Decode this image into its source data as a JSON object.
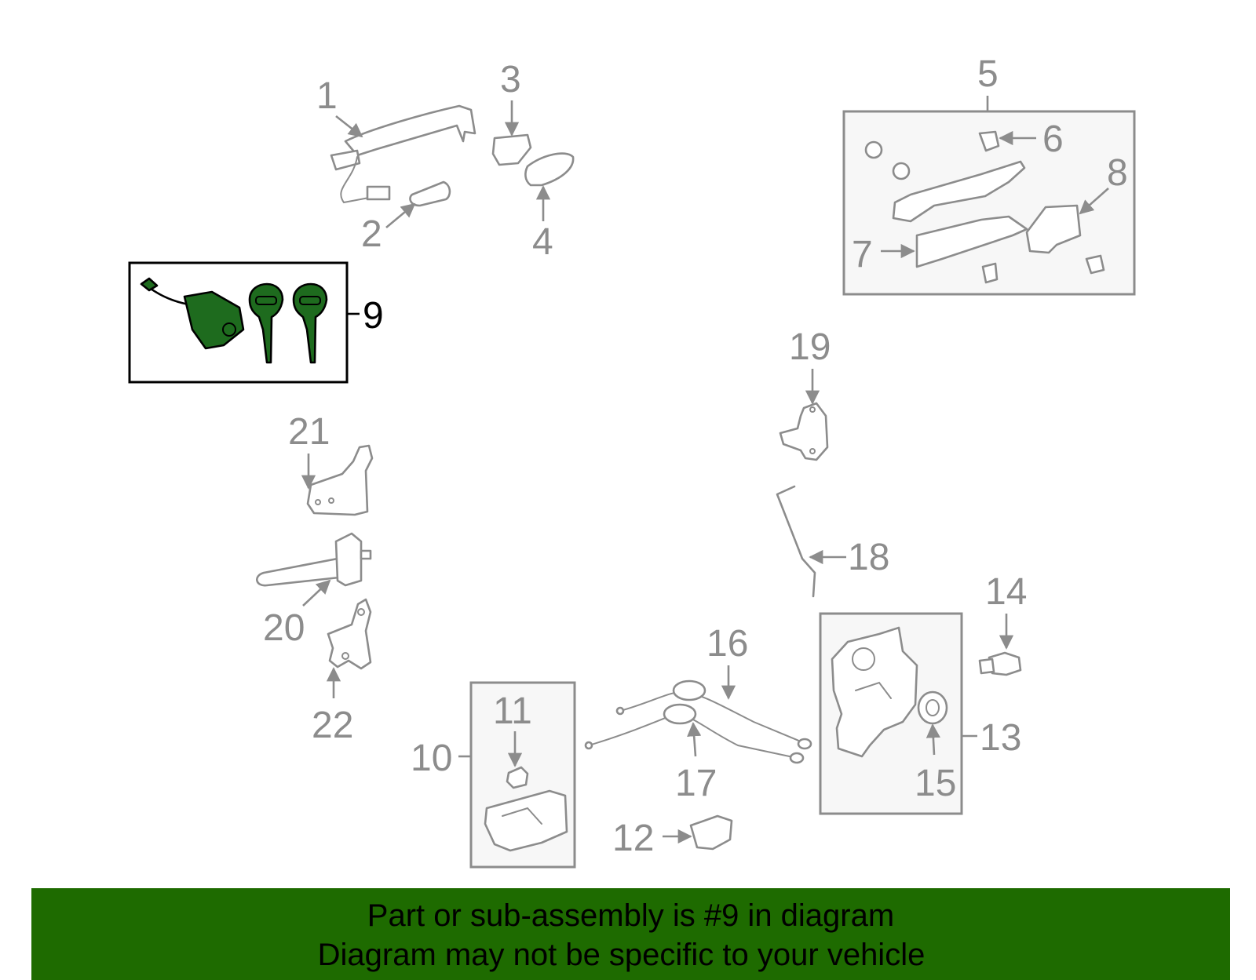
{
  "colors": {
    "line": "#8c8c8c",
    "highlight_fill": "#1e6b1e",
    "highlight_stroke": "#000000",
    "banner_bg": "#1e6b00",
    "banner_text": "#000000"
  },
  "callouts": {
    "c1": "1",
    "c2": "2",
    "c3": "3",
    "c4": "4",
    "c5": "5",
    "c6": "6",
    "c7": "7",
    "c8": "8",
    "c9": "9",
    "c10": "10",
    "c11": "11",
    "c12": "12",
    "c13": "13",
    "c14": "14",
    "c15": "15",
    "c16": "16",
    "c17": "17",
    "c18": "18",
    "c19": "19",
    "c20": "20",
    "c21": "21",
    "c22": "22"
  },
  "highlighted_part": "9",
  "banner": {
    "line1": "Part or sub-assembly is #9 in diagram",
    "line2": "Diagram may not be specific to your vehicle"
  }
}
